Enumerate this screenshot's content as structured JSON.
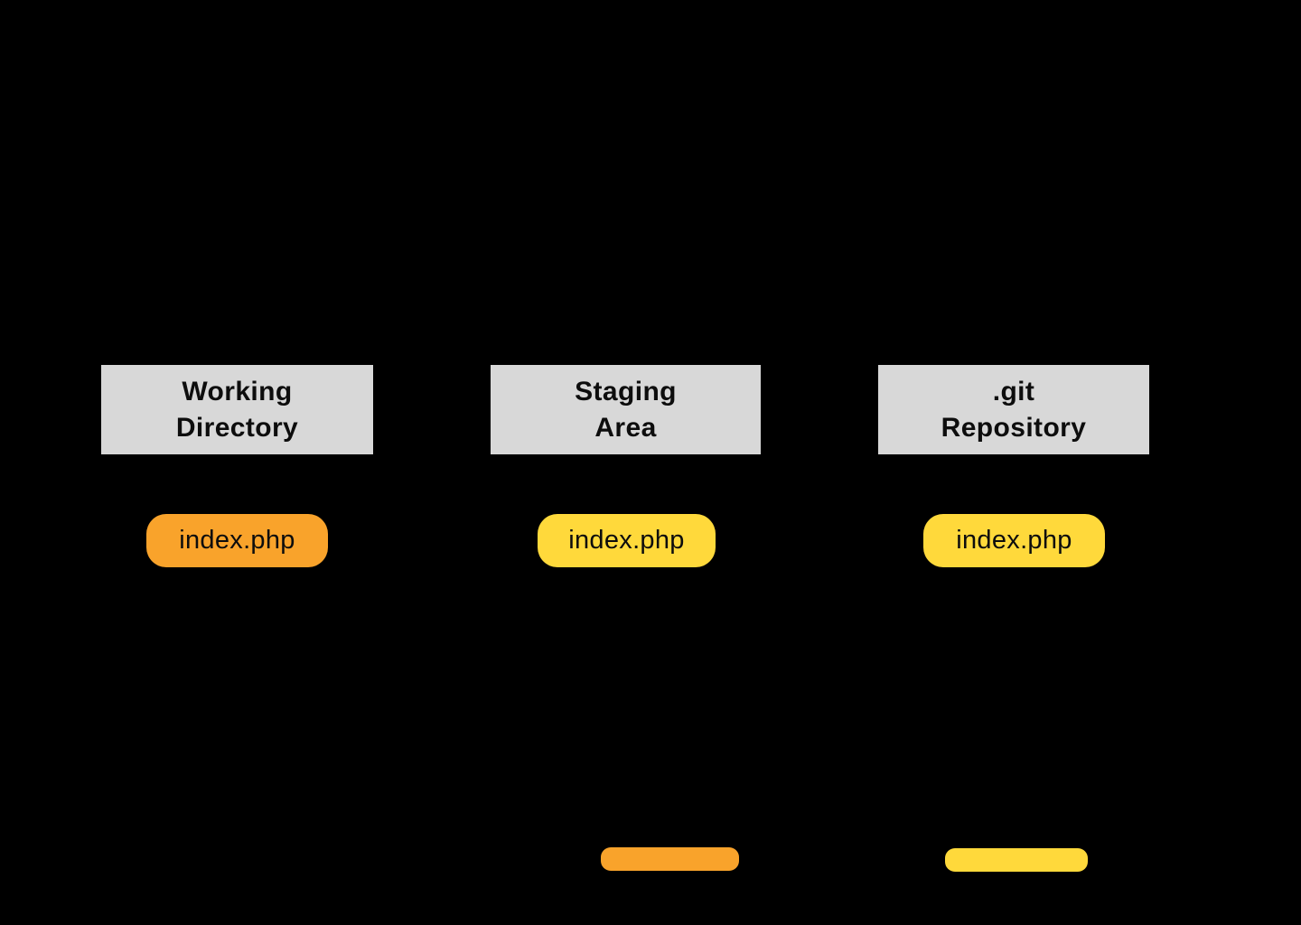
{
  "diagram": {
    "columns": [
      {
        "id": "working-directory",
        "header": {
          "line1": "Working",
          "line2": "Directory"
        },
        "file": {
          "label": "index.php",
          "color": "#F9A32B"
        }
      },
      {
        "id": "staging-area",
        "header": {
          "line1": "Staging",
          "line2": "Area"
        },
        "file": {
          "label": "index.php",
          "color": "#FFD93B"
        }
      },
      {
        "id": "git-repository",
        "header": {
          "line1": ".git",
          "line2": "Repository"
        },
        "file": {
          "label": "index.php",
          "color": "#FFD93B"
        }
      }
    ],
    "legend": [
      {
        "id": "orange-swatch",
        "color": "#F9A32B"
      },
      {
        "id": "yellow-swatch",
        "color": "#FFD93B"
      }
    ],
    "colors": {
      "background": "#000000",
      "header_box_bg": "#D8D8D8",
      "text": "#0D0D0D"
    }
  }
}
